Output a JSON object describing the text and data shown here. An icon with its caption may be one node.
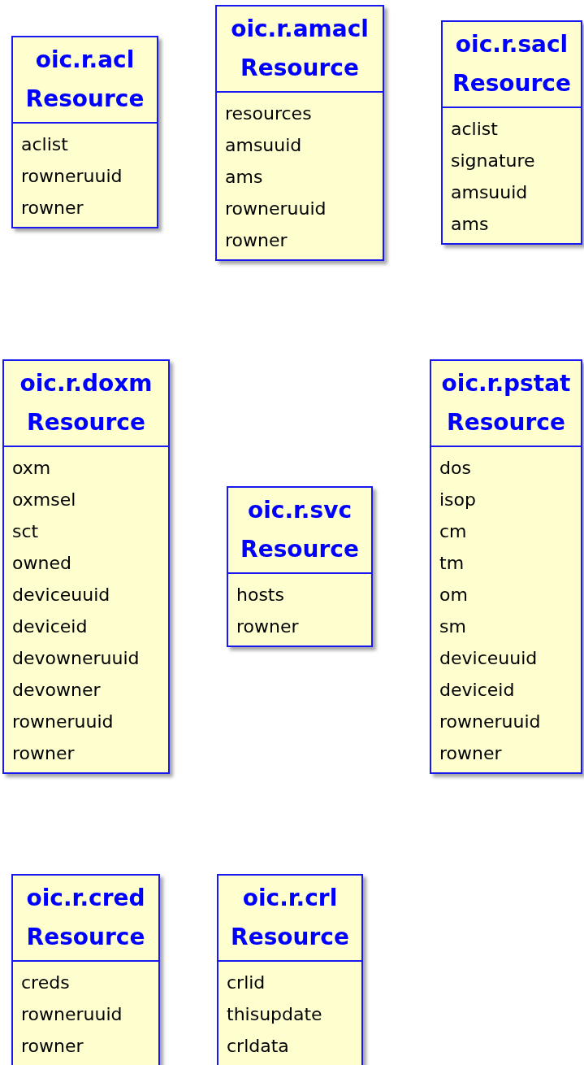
{
  "diagram": {
    "nodes": [
      {
        "text": [
          "oic.r.acl Resource",
          "aclist",
          "rowneruuid",
          "rowner"
        ]
      },
      {
        "text": [
          "oic.r.amacl Resource",
          "resources",
          "amsuuid",
          "ams",
          "rowneruuid",
          "rowner"
        ]
      },
      {
        "text": [
          "oic.r.sacl Resource",
          "aclist",
          "signature",
          "amsuuid",
          "ams"
        ]
      },
      {
        "text": [
          "oic.r.doxm Resource",
          "oxm",
          "oxmsel",
          "sct",
          "owned",
          "deviceuuid",
          "deviceid",
          "devowneruuid",
          "devowner",
          "rowneruuid",
          "rowner"
        ]
      },
      {
        "text": [
          "oic.r.svc Resource",
          "hosts",
          "rowner"
        ]
      },
      {
        "text": [
          "oic.r.pstat Resource",
          "dos",
          "isop",
          "cm",
          "tm",
          "om",
          "sm",
          "deviceuuid",
          "deviceid",
          "rowneruuid",
          "rowner"
        ]
      },
      {
        "text": [
          "oic.r.cred Resource",
          "creds",
          "rowneruuid",
          "rowner"
        ]
      },
      {
        "text": [
          "oic.r.crl Resource",
          "crlid",
          "thisupdate",
          "crldata"
        ]
      }
    ]
  }
}
